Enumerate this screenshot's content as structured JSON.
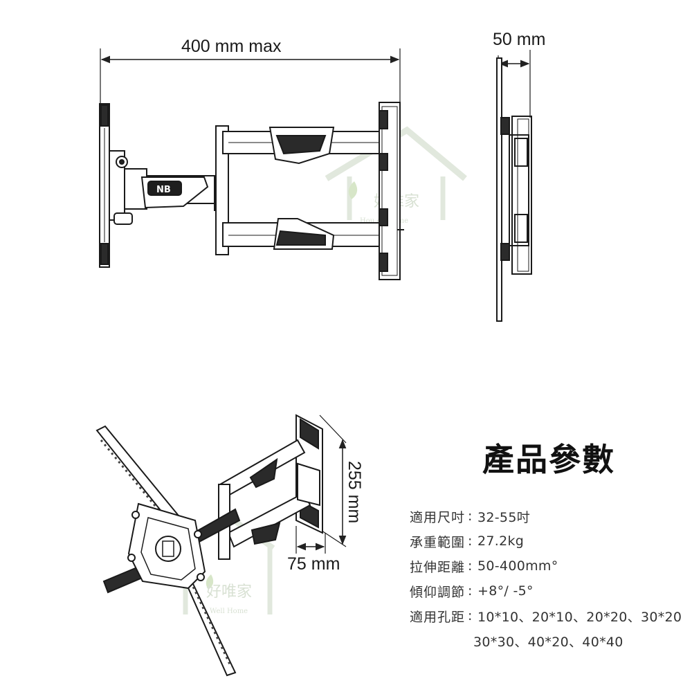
{
  "dimensions": {
    "top_width": "400 mm  max",
    "side_depth": "50 mm",
    "height": "255 mm",
    "min_depth": "75 mm"
  },
  "watermark": {
    "name": "好唯家",
    "brand": "Hou  ell Home",
    "brand_lower": "Well Home"
  },
  "logo_text": "NB",
  "specs": {
    "title": "產品參數",
    "rows": [
      {
        "label": "適用尺吋",
        "value": "32-55吋"
      },
      {
        "label": "承重範圍",
        "value": "27.2kg"
      },
      {
        "label": "拉伸距離",
        "value": "50-400mm°"
      },
      {
        "label": "傾仰調節",
        "value": "+8°/ -5°"
      },
      {
        "label": "適用孔距",
        "value": "10*10、20*10、20*20、30*20"
      }
    ],
    "continuation": "30*30、40*20、40*40"
  }
}
